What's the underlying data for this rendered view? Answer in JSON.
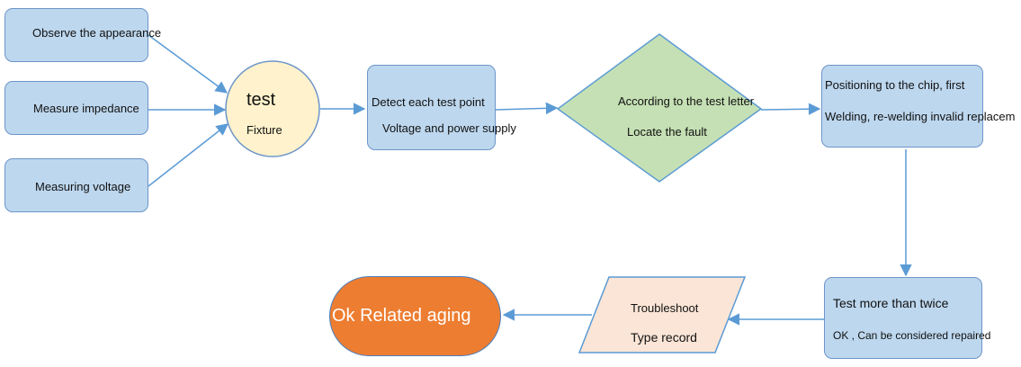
{
  "nodes": {
    "observe": {
      "label": "Observe the appearance"
    },
    "impedance": {
      "label": "Measure impedance"
    },
    "voltage": {
      "label": "Measuring voltage"
    },
    "fixture": {
      "title": "test",
      "subtitle": "Fixture"
    },
    "detect": {
      "line1": "Detect each test point",
      "line2": "Voltage and power supply"
    },
    "decision": {
      "line1": "According to the test letter",
      "line2": "Locate the fault"
    },
    "chip": {
      "line1": "Positioning to the chip, first",
      "line2": "Welding, re-welding invalid replacem"
    },
    "twice": {
      "line1": "Test more than twice",
      "line2": "OK , Can be considered repaired"
    },
    "troubleshoot": {
      "line1": "Troubleshoot",
      "line2": "Type record"
    },
    "aging": {
      "label": "Ok Related aging"
    }
  },
  "colors": {
    "box_fill": "#bdd7ee",
    "box_border": "#6d95c9",
    "arrow": "#5b9bd5",
    "circle_fill": "#fff2cc",
    "circle_border": "#6d95c9",
    "diamond_fill": "#c5e0b4",
    "diamond_border": "#5b9bd5",
    "parallelogram_fill": "#fbe5d6",
    "parallelogram_border": "#5b9bd5",
    "terminal_fill": "#ed7d31",
    "terminal_border": "#4a7fc0",
    "terminal_text": "#ffffff"
  }
}
